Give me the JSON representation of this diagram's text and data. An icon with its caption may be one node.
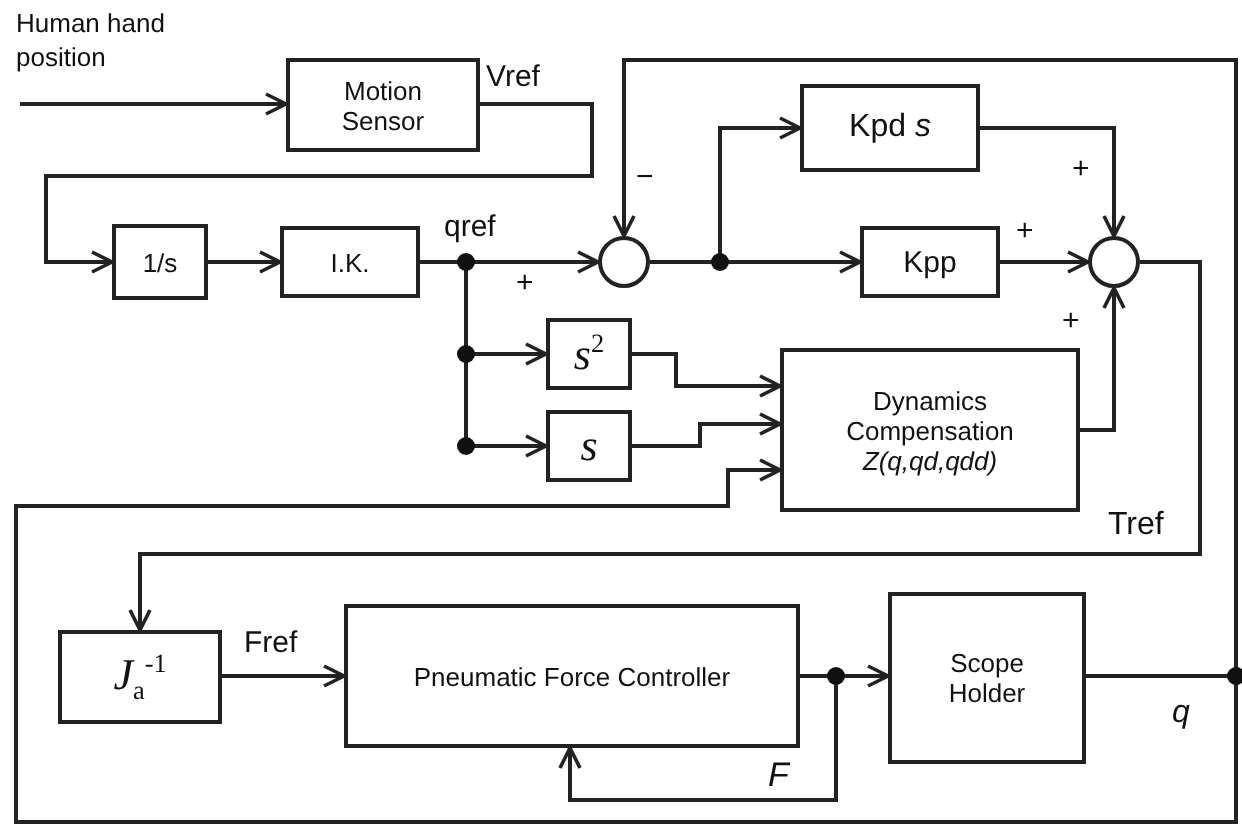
{
  "diagram": {
    "nodes": [
      {
        "text": [
          "Human hand position"
        ]
      },
      {
        "text": [
          "Motion Sensor"
        ]
      },
      {
        "text": [
          "1/s"
        ]
      },
      {
        "text": [
          "I.K."
        ]
      },
      {
        "text": [],
        "shape": "circle"
      },
      {
        "text": [
          "Kpd *s*"
        ]
      },
      {
        "text": [
          "Kpp"
        ]
      },
      {
        "text": [],
        "shape": "circle"
      },
      {
        "text": [
          "*s*$^{2}$"
        ]
      },
      {
        "text": [
          "s"
        ]
      },
      {
        "text": [
          "Dynamics Compensation",
          "Z(q,qd,qdd)"
        ]
      },
      {
        "text": [
          "*J*$_{a}$$^{-1}$"
        ]
      },
      {
        "text": [
          "Pneumatic Force Controller"
        ]
      },
      {
        "text": [
          "Scope Holder"
        ]
      }
    ],
    "edges": [
      {
        "from": 0,
        "to": 1,
        "arrow": "to"
      },
      {
        "from": 1,
        "to": 2,
        "arrow": "to"
      },
      {
        "from": 2,
        "to": 3,
        "arrow": "to"
      },
      {
        "from": 3,
        "to": 4,
        "arrow": "to"
      },
      {
        "from": 3,
        "to": 8,
        "arrow": "to"
      },
      {
        "from": 3,
        "to": 9,
        "arrow": "to"
      },
      {
        "from": 4,
        "to": 5,
        "arrow": "to"
      },
      {
        "from": 4,
        "to": 6,
        "arrow": "to"
      },
      {
        "from": 5,
        "to": 7,
        "arrow": "to"
      },
      {
        "from": 6,
        "to": 7,
        "arrow": "to"
      },
      {
        "from": 8,
        "to": 10,
        "arrow": "to"
      },
      {
        "from": 9,
        "to": 10,
        "arrow": "to"
      },
      {
        "from": 10,
        "to": 7,
        "arrow": "to"
      },
      {
        "from": 7,
        "to": 11,
        "arrow": "to"
      },
      {
        "from": 11,
        "to": 12,
        "arrow": "to"
      },
      {
        "from": 12,
        "to": 13,
        "arrow": "to"
      },
      {
        "from": 12,
        "to": 12,
        "arrow": "to"
      },
      {
        "from": 13,
        "to": 4,
        "arrow": "to"
      },
      {
        "from": 13,
        "to": 10,
        "arrow": "to"
      }
    ],
    "labels": [
      "Vref",
      "−",
      "+",
      "qref",
      "+",
      "+",
      "+",
      "Tref",
      "Fref",
      "q",
      "F"
    ]
  }
}
